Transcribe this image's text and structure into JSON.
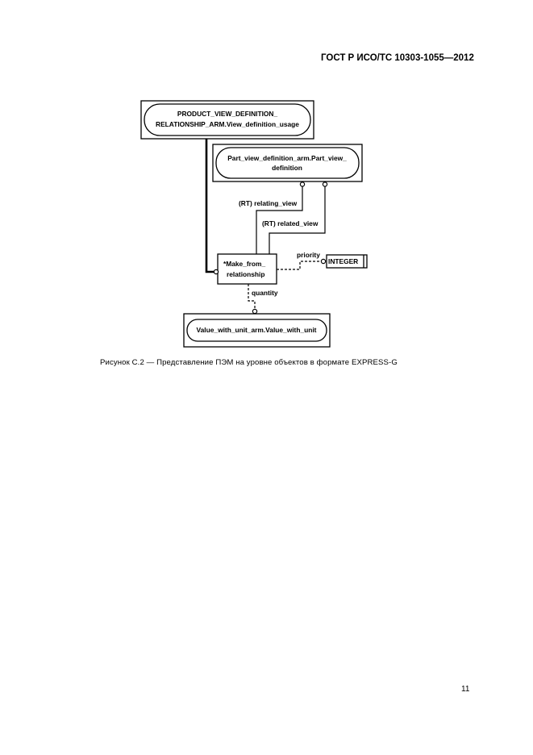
{
  "header": {
    "standard": "ГОСТ Р ИСО/ТС 10303-1055—2012"
  },
  "diagram": {
    "entities": {
      "product_view_definition_relationship": {
        "line1": "PRODUCT_VIEW_DEFINITION_",
        "line2": "RELATIONSHIP_ARM.View_definition_usage"
      },
      "part_view_definition": {
        "line1": "Part_view_definition_arm.Part_view_",
        "line2": "definition"
      },
      "make_from_relationship": {
        "line1": "*Make_from_",
        "line2": "relationship"
      },
      "value_with_unit": {
        "line1": "Value_with_unit_arm.Value_with_unit"
      }
    },
    "types": {
      "integer": "INTEGER"
    },
    "relations": {
      "relating_view": "(RT) relating_view",
      "related_view": "(RT) related_view",
      "priority": "priority",
      "quantity": "quantity"
    }
  },
  "caption": {
    "text": "Рисунок  С.2 — Представление ПЭМ на уровне объектов в формате EXPRESS-G"
  },
  "footer": {
    "page_number": "11"
  }
}
